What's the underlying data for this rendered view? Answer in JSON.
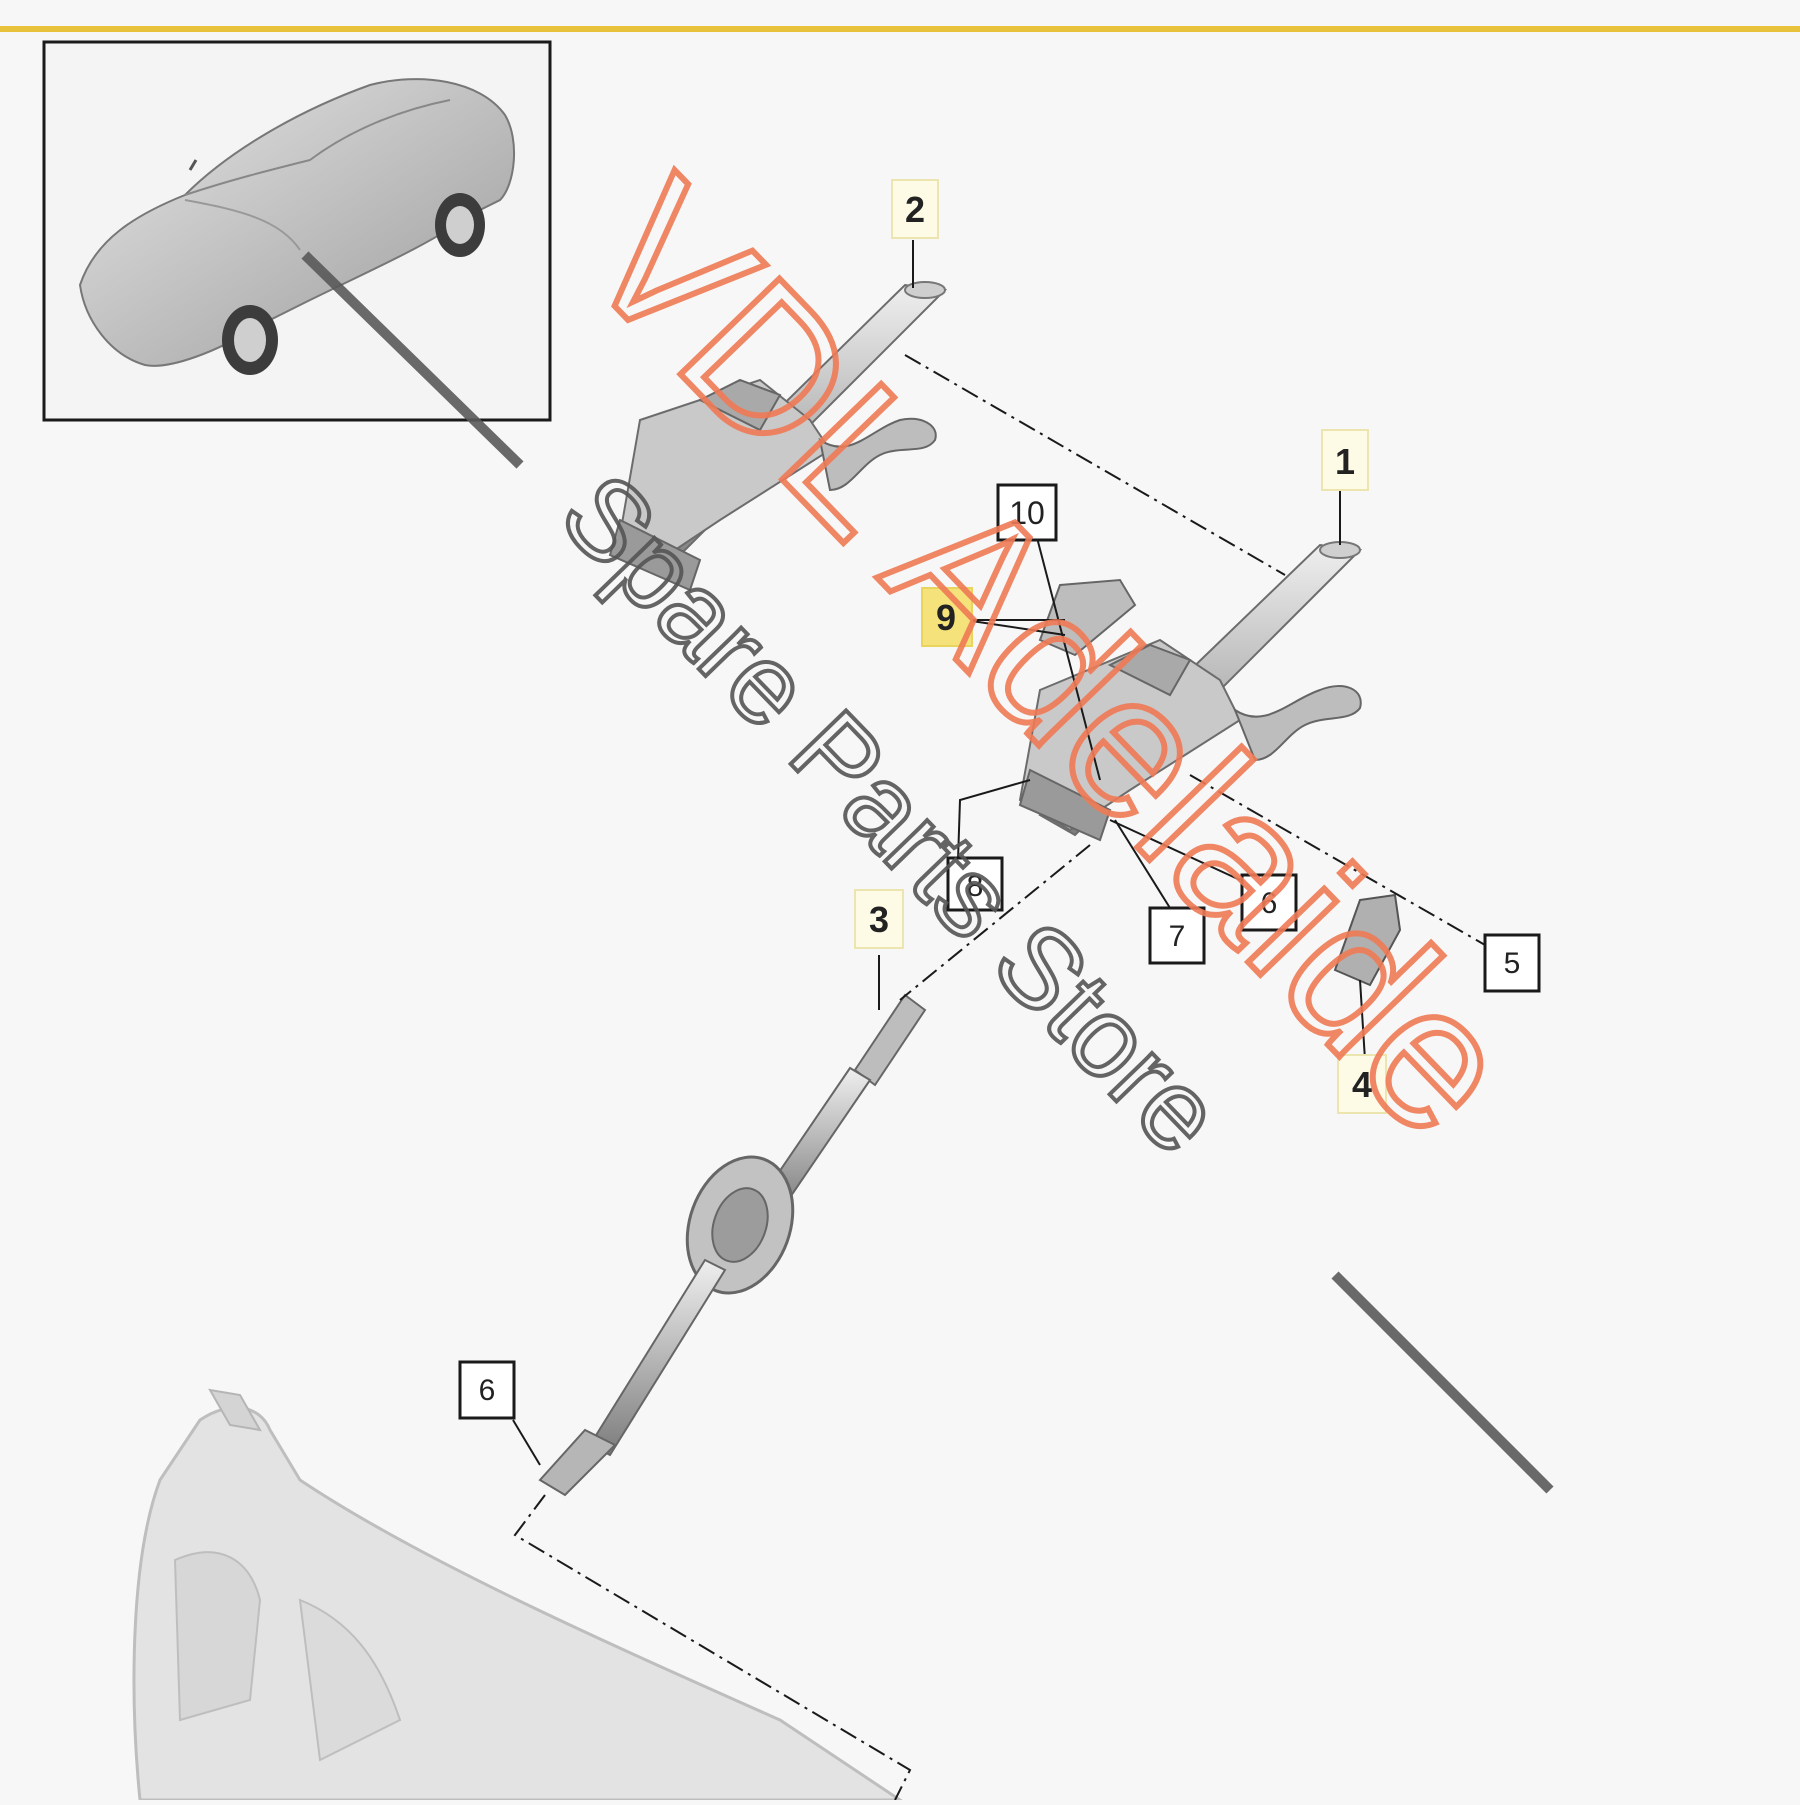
{
  "diagram": {
    "accent_bar_color": "#e8c23a",
    "callouts": [
      {
        "id": "c1",
        "label": "1"
      },
      {
        "id": "c2",
        "label": "2"
      },
      {
        "id": "c3",
        "label": "3"
      },
      {
        "id": "c4",
        "label": "4"
      },
      {
        "id": "c5",
        "label": "5"
      },
      {
        "id": "c6a",
        "label": "6"
      },
      {
        "id": "c6b",
        "label": "6"
      },
      {
        "id": "c7",
        "label": "7"
      },
      {
        "id": "c8",
        "label": "8"
      },
      {
        "id": "c9",
        "label": "9",
        "highlight": true,
        "highlight_color": "#f5e27a"
      },
      {
        "id": "c10",
        "label": "10"
      }
    ],
    "icons": [
      "car-thumbnail-icon",
      "steering-column-icon",
      "steering-shaft-icon",
      "bulkhead-icon"
    ]
  },
  "watermark": {
    "line1": "VDL Adelaide",
    "line2": "Spare Parts Store",
    "color_line1": "#ef7a55",
    "color_line2": "#555555"
  }
}
